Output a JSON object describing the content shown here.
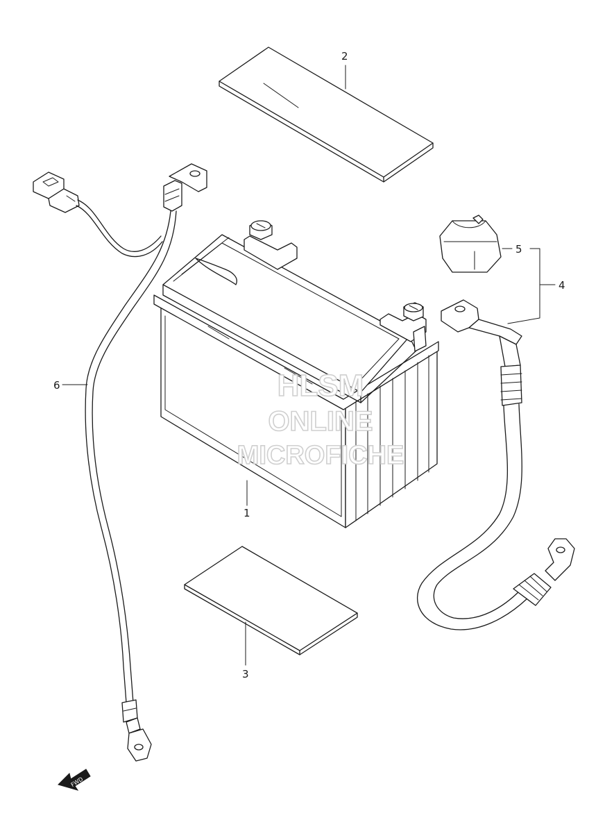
{
  "diagram": {
    "callouts": {
      "part_1": "1",
      "part_2": "2",
      "part_3": "3",
      "part_4": "4",
      "part_5": "5",
      "part_6": "6"
    },
    "watermark": {
      "line1": "HLSM",
      "line2": "ONLINE",
      "line3": "MICROFICHE"
    },
    "direction_arrow": {
      "label": "FWD"
    }
  },
  "colors": {
    "line": "#1a1a1a",
    "background": "#ffffff",
    "watermark_outline": "#cfcfcf"
  }
}
